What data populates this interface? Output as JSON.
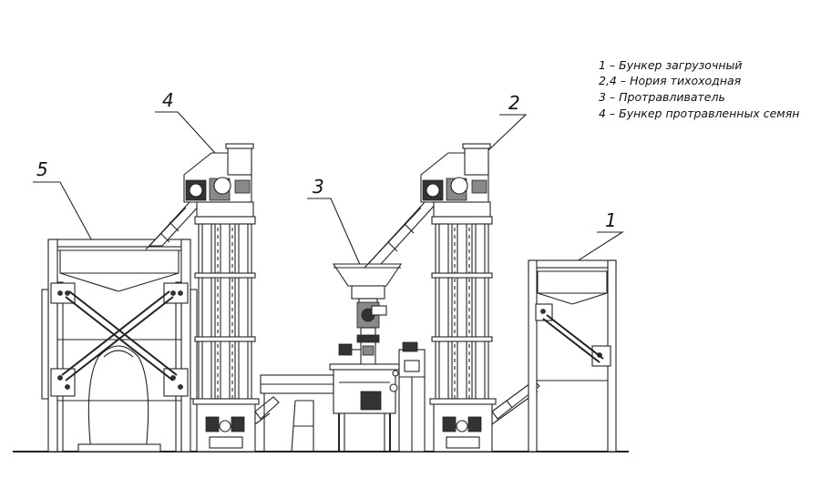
{
  "legend": {
    "lines": [
      "1 – Бункер загрузочный",
      "2,4 – Нория тихоходная",
      "3 – Протравливатель",
      "4 – Бункер протравленных семян"
    ]
  },
  "callouts": {
    "c1": "1",
    "c2": "2",
    "c3": "3",
    "c4": "4",
    "c5": "5"
  }
}
